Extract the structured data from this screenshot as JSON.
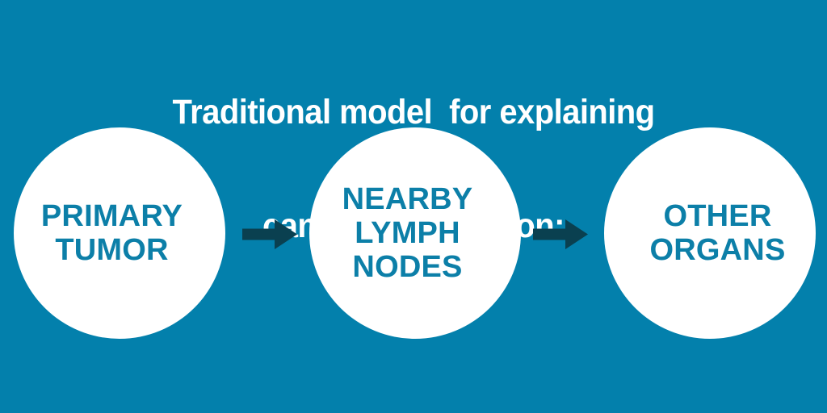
{
  "slide": {
    "background_color": "#0380AC",
    "title_color": "#FFFFFF",
    "node_fill_color": "#FFFFFF",
    "node_text_color": "#0C7FA8",
    "arrow_color": "#0A4050",
    "title": {
      "line1": "Traditional model  for explaining",
      "line2": "cancer progression:"
    }
  },
  "diagram": {
    "type": "flow",
    "direction": "left-to-right",
    "nodes": [
      {
        "id": "primary-tumor",
        "label": "PRIMARY\nTUMOR",
        "shape": "circle"
      },
      {
        "id": "nearby-lymph-nodes",
        "label": "NEARBY\nLYMPH\nNODES",
        "shape": "circle"
      },
      {
        "id": "other-organs",
        "label": "OTHER\nORGANS",
        "shape": "circle"
      }
    ],
    "connectors": [
      {
        "id": "arrow-1",
        "from": "primary-tumor",
        "to": "nearby-lymph-nodes",
        "icon": "arrow-right-icon"
      },
      {
        "id": "arrow-2",
        "from": "nearby-lymph-nodes",
        "to": "other-organs",
        "icon": "arrow-right-icon"
      }
    ]
  }
}
